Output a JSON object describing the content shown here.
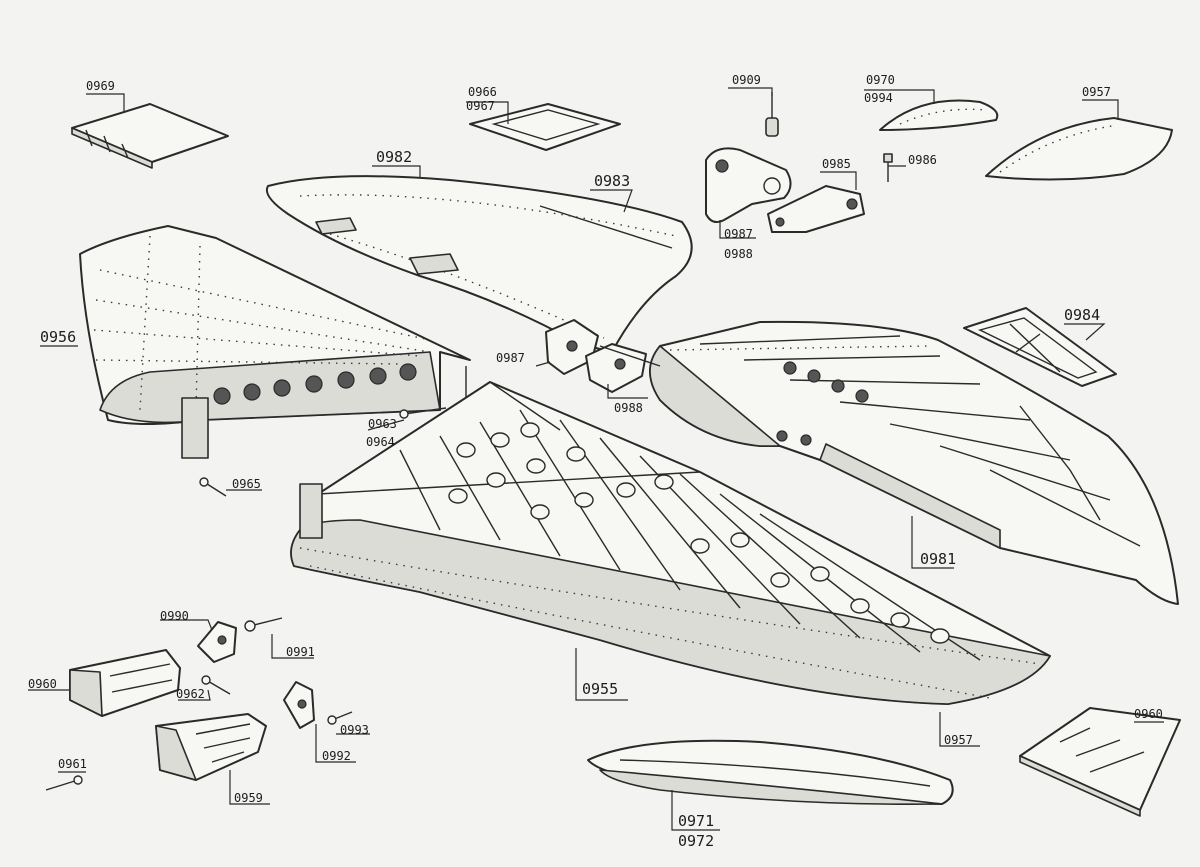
{
  "colors": {
    "paper": "#f3f3f1",
    "ink": "#2a2a2a",
    "fill": "#f7f7f4",
    "shade": "#dcdcd6"
  },
  "labels": {
    "p0969": "0969",
    "p0966": "0966",
    "p0967": "0967",
    "p0909": "0909",
    "p0970": "0970",
    "p0994": "0994",
    "p0957_top": "0957",
    "p0982": "0982",
    "p0983": "0983",
    "p0985": "0985",
    "p0986": "0986",
    "p0987_top": "0987",
    "p0988_top": "0988",
    "p0956": "0956",
    "p0984": "0984",
    "p0987_mid": "0987",
    "p0988_mid": "0988",
    "p0963": "0963",
    "p0964": "0964",
    "p0965": "0965",
    "p0981": "0981",
    "p0990": "0990",
    "p0991": "0991",
    "p0960_left": "0960",
    "p0962": "0962",
    "p0955": "0955",
    "p0993": "0993",
    "p0992": "0992",
    "p0961": "0961",
    "p0959": "0959",
    "p0957_bottom": "0957",
    "p0960_right": "0960",
    "p0971": "0971",
    "p0972": "0972"
  }
}
